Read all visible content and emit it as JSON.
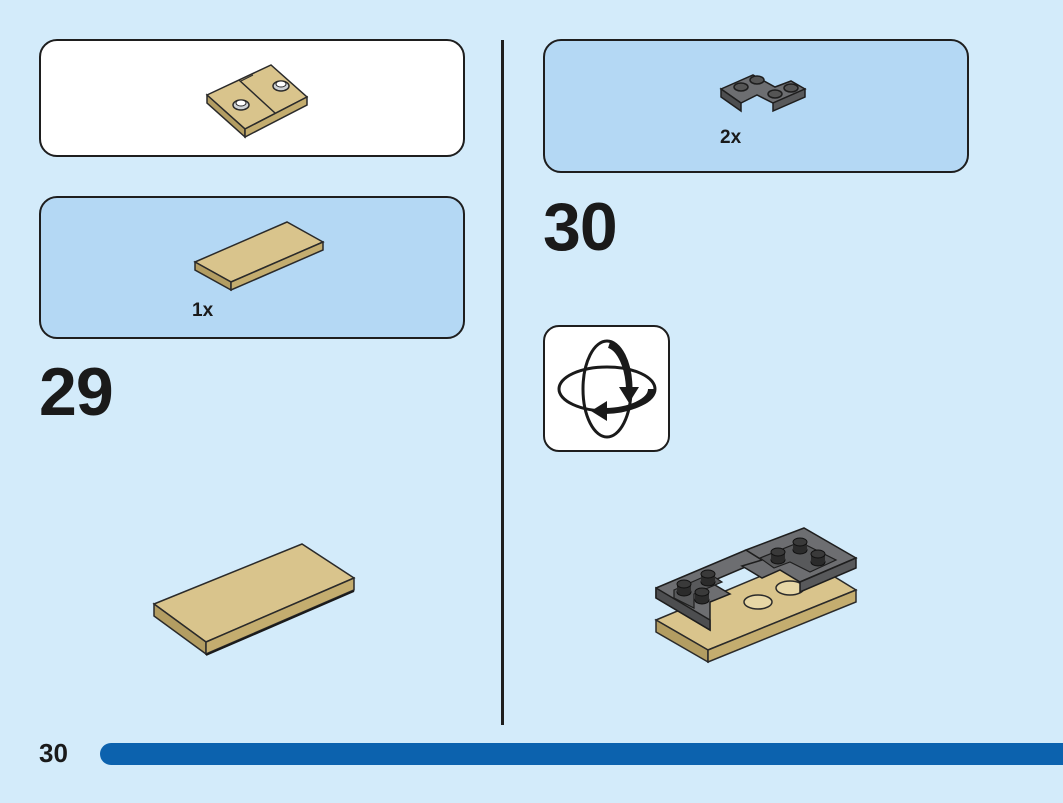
{
  "page": {
    "page_number": "30"
  },
  "steps": [
    {
      "number": "29",
      "callout_quantity": "1x",
      "callout_part": "tan-tile-2x4",
      "result_model": "tan-tile-2x4"
    },
    {
      "number": "30",
      "callout_quantity": "2x",
      "callout_part": "dark-gray-corner-plate-2x2",
      "rotate_icon": "rotate-model-icon",
      "result_model": "assembled-tile-with-corner-plates"
    }
  ],
  "colors": {
    "background": "#d3ebfa",
    "callout_blue": "#b4d8f4",
    "footer_bar": "#0c62ae",
    "tan": "#d9c48c",
    "dark_gray": "#6d6e71"
  }
}
